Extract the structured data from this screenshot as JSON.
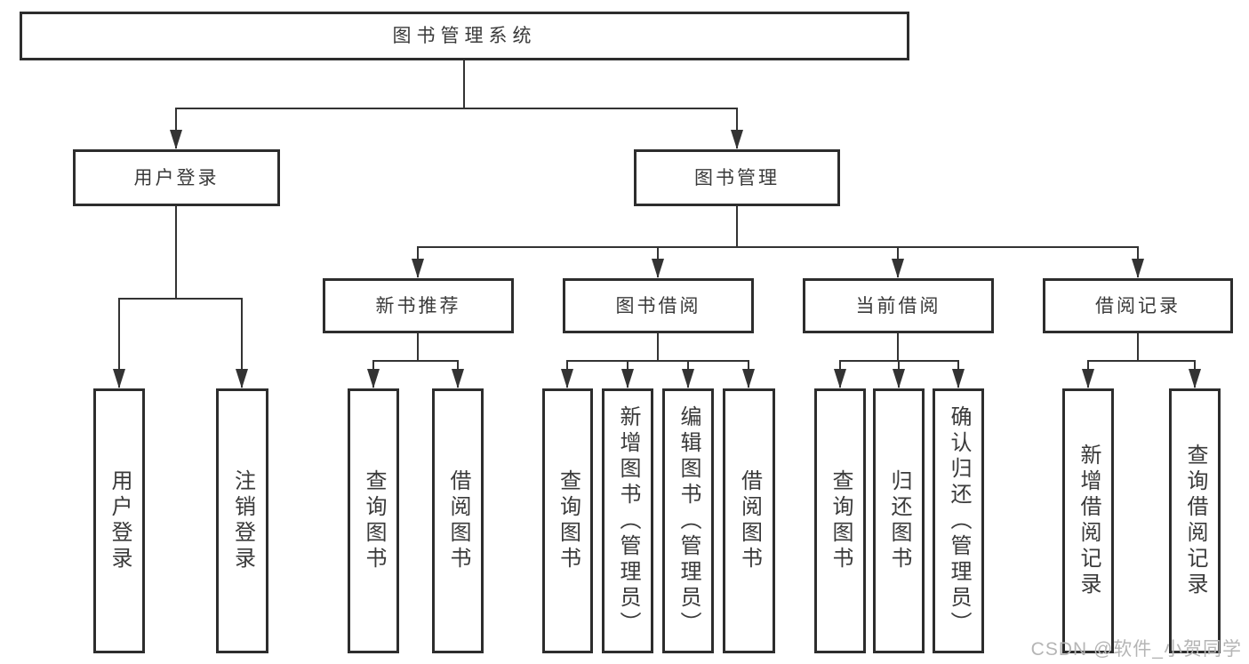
{
  "diagram_type": "hierarchy-tree",
  "watermark": "CSDN @软件_小贺同学",
  "colors": {
    "line": "#333333",
    "box_border": "#2d2d2d",
    "text": "#3a3a3a",
    "watermark": "#b5b5b5",
    "background": "#ffffff"
  },
  "tree": {
    "label": "图书管理系统",
    "children": [
      {
        "label": "用户登录",
        "children": [
          {
            "label": "用户登录"
          },
          {
            "label": "注销登录"
          }
        ]
      },
      {
        "label": "图书管理",
        "children": [
          {
            "label": "新书推荐",
            "children": [
              {
                "label": "查询图书"
              },
              {
                "label": "借阅图书"
              }
            ]
          },
          {
            "label": "图书借阅",
            "children": [
              {
                "label": "查询图书"
              },
              {
                "label": "新增图书（管理员）"
              },
              {
                "label": "编辑图书（管理员）"
              },
              {
                "label": "借阅图书"
              }
            ]
          },
          {
            "label": "当前借阅",
            "children": [
              {
                "label": "查询图书"
              },
              {
                "label": "归还图书"
              },
              {
                "label": "确认归还（管理员）"
              }
            ]
          },
          {
            "label": "借阅记录",
            "children": [
              {
                "label": "新增借阅记录"
              },
              {
                "label": "查询借阅记录"
              }
            ]
          }
        ]
      }
    ]
  }
}
